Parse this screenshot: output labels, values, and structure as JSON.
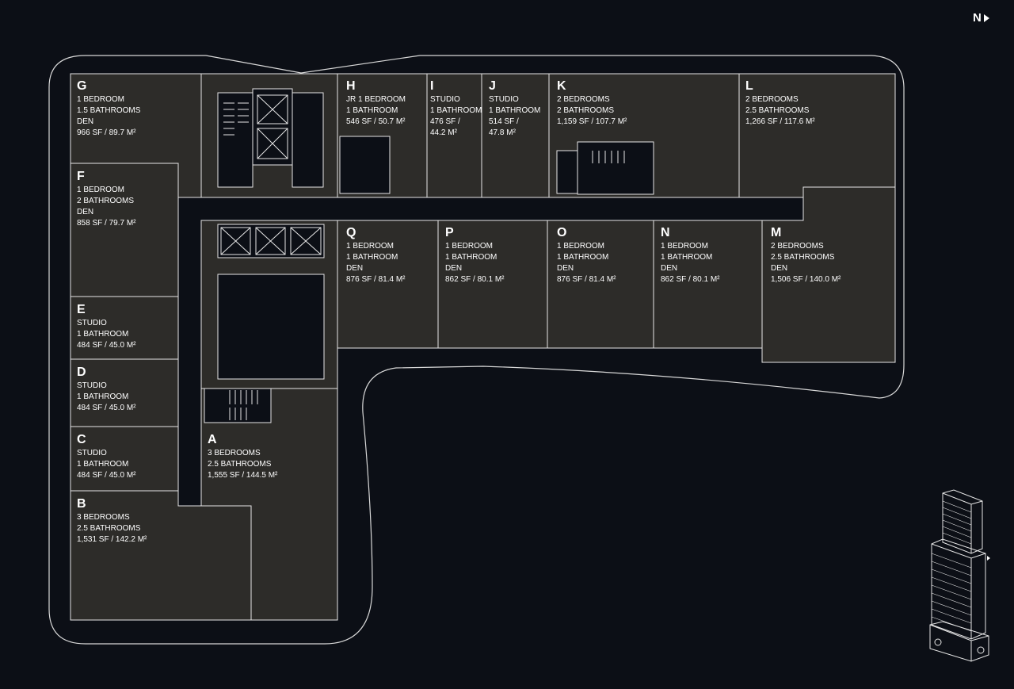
{
  "compass": {
    "label": "N",
    "icon": "north-arrow-icon"
  },
  "colors": {
    "background": "#0c0f16",
    "unit_fill": "#2d2c29",
    "stroke": "#e6e6e6",
    "text": "#ffffff"
  },
  "units": [
    {
      "letter": "G",
      "lines": [
        "1 BEDROOM",
        "1.5 BATHROOMS",
        "DEN",
        "966 SF / 89.7 M²"
      ]
    },
    {
      "letter": "F",
      "lines": [
        "1 BEDROOM",
        "2 BATHROOMS",
        "DEN",
        "858 SF / 79.7 M²"
      ]
    },
    {
      "letter": "E",
      "lines": [
        "STUDIO",
        "1 BATHROOM",
        "484 SF / 45.0 M²"
      ]
    },
    {
      "letter": "D",
      "lines": [
        "STUDIO",
        "1 BATHROOM",
        "484 SF / 45.0 M²"
      ]
    },
    {
      "letter": "C",
      "lines": [
        "STUDIO",
        "1 BATHROOM",
        "484 SF / 45.0 M²"
      ]
    },
    {
      "letter": "B",
      "lines": [
        "3 BEDROOMS",
        "2.5 BATHROOMS",
        "1,531 SF / 142.2 M²"
      ]
    },
    {
      "letter": "A",
      "lines": [
        "3 BEDROOMS",
        "2.5 BATHROOMS",
        "1,555 SF / 144.5 M²"
      ]
    },
    {
      "letter": "H",
      "lines": [
        "JR 1 BEDROOM",
        "1 BATHROOM",
        "546 SF / 50.7 M²"
      ]
    },
    {
      "letter": "I",
      "lines": [
        "STUDIO",
        "1 BATHROOM",
        "476 SF /",
        "44.2 M²"
      ]
    },
    {
      "letter": "J",
      "lines": [
        "STUDIO",
        "1 BATHROOM",
        "514 SF /",
        "47.8 M²"
      ]
    },
    {
      "letter": "K",
      "lines": [
        "2 BEDROOMS",
        "2 BATHROOMS",
        "1,159 SF / 107.7 M²"
      ]
    },
    {
      "letter": "L",
      "lines": [
        "2 BEDROOMS",
        "2.5 BATHROOMS",
        "1,266 SF / 117.6 M²"
      ]
    },
    {
      "letter": "Q",
      "lines": [
        "1 BEDROOM",
        "1 BATHROOM",
        "DEN",
        "876 SF / 81.4 M²"
      ]
    },
    {
      "letter": "P",
      "lines": [
        "1 BEDROOM",
        "1 BATHROOM",
        "DEN",
        "862 SF / 80.1 M²"
      ]
    },
    {
      "letter": "O",
      "lines": [
        "1 BEDROOM",
        "1 BATHROOM",
        "DEN",
        "876 SF / 81.4 M²"
      ]
    },
    {
      "letter": "N",
      "lines": [
        "1 BEDROOM",
        "1 BATHROOM",
        "DEN",
        "862 SF / 80.1 M²"
      ]
    },
    {
      "letter": "M",
      "lines": [
        "2 BEDROOMS",
        "2.5 BATHROOMS",
        "DEN",
        "1,506 SF / 140.0 M²"
      ]
    }
  ]
}
